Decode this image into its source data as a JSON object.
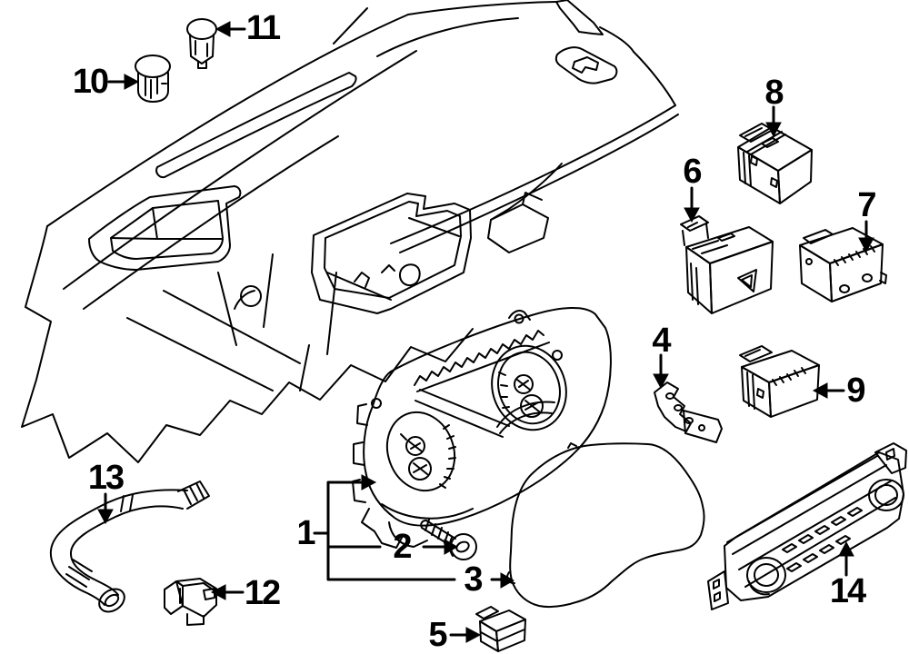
{
  "figure": {
    "kind": "exploded parts line diagram",
    "subject": "instrument panel, cluster and switches",
    "background_color": "#ffffff",
    "line_color": "#000000"
  },
  "callouts": {
    "c1": "1",
    "c2": "2",
    "c3": "3",
    "c4": "4",
    "c5": "5",
    "c6": "6",
    "c7": "7",
    "c8": "8",
    "c9": "9",
    "c10": "10",
    "c11": "11",
    "c12": "12",
    "c13": "13",
    "c14": "14"
  }
}
